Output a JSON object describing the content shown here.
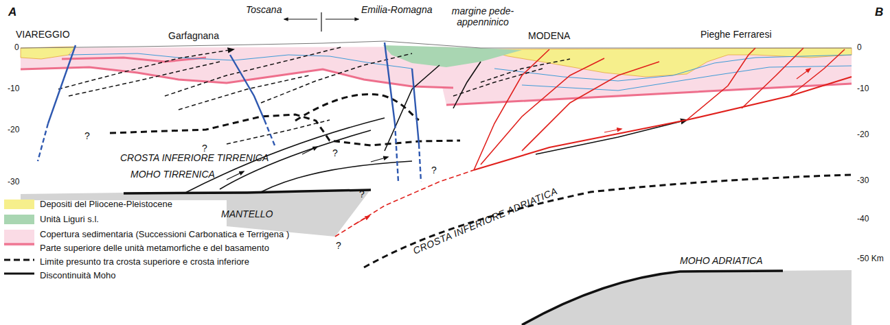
{
  "diagram": {
    "labels": [
      "A",
      "B",
      "VIAREGGIO",
      "Garfagnana",
      "Toscana",
      "Emilia-Romagna",
      "margine pede-appenninico",
      "MODENA",
      "Pieghe Ferraresi",
      "0",
      "-10",
      "-20",
      "-30",
      "0",
      "-10",
      "-20",
      "-30",
      "-40",
      "-50 Km",
      "CROSTA INFERIORE TIRRENICA",
      "MOHO TIRRENICA",
      "MANTELLO",
      "CROSTA INFERIORE ADRIATICA",
      "MOHO ADRIATICA",
      "?",
      "?",
      "?",
      "?",
      "?",
      "?"
    ],
    "legend": [
      {
        "text": "Depositi del Pliocene-Pleistocene",
        "color": "#f6ef8c"
      },
      {
        "text": "Unità Liguri s.l.",
        "color": "#a9d6b2"
      },
      {
        "text": "Copertura sedimentaria (Successioni Carbonatica e Terrigena )",
        "color": "#fadbe5"
      },
      {
        "text": "Parte superiore delle unità metamorfiche e del basamento"
      },
      {
        "text": "Limite presunto tra crosta superiore e crosta inferiore"
      },
      {
        "text": "Discontinuità Moho"
      }
    ]
  }
}
